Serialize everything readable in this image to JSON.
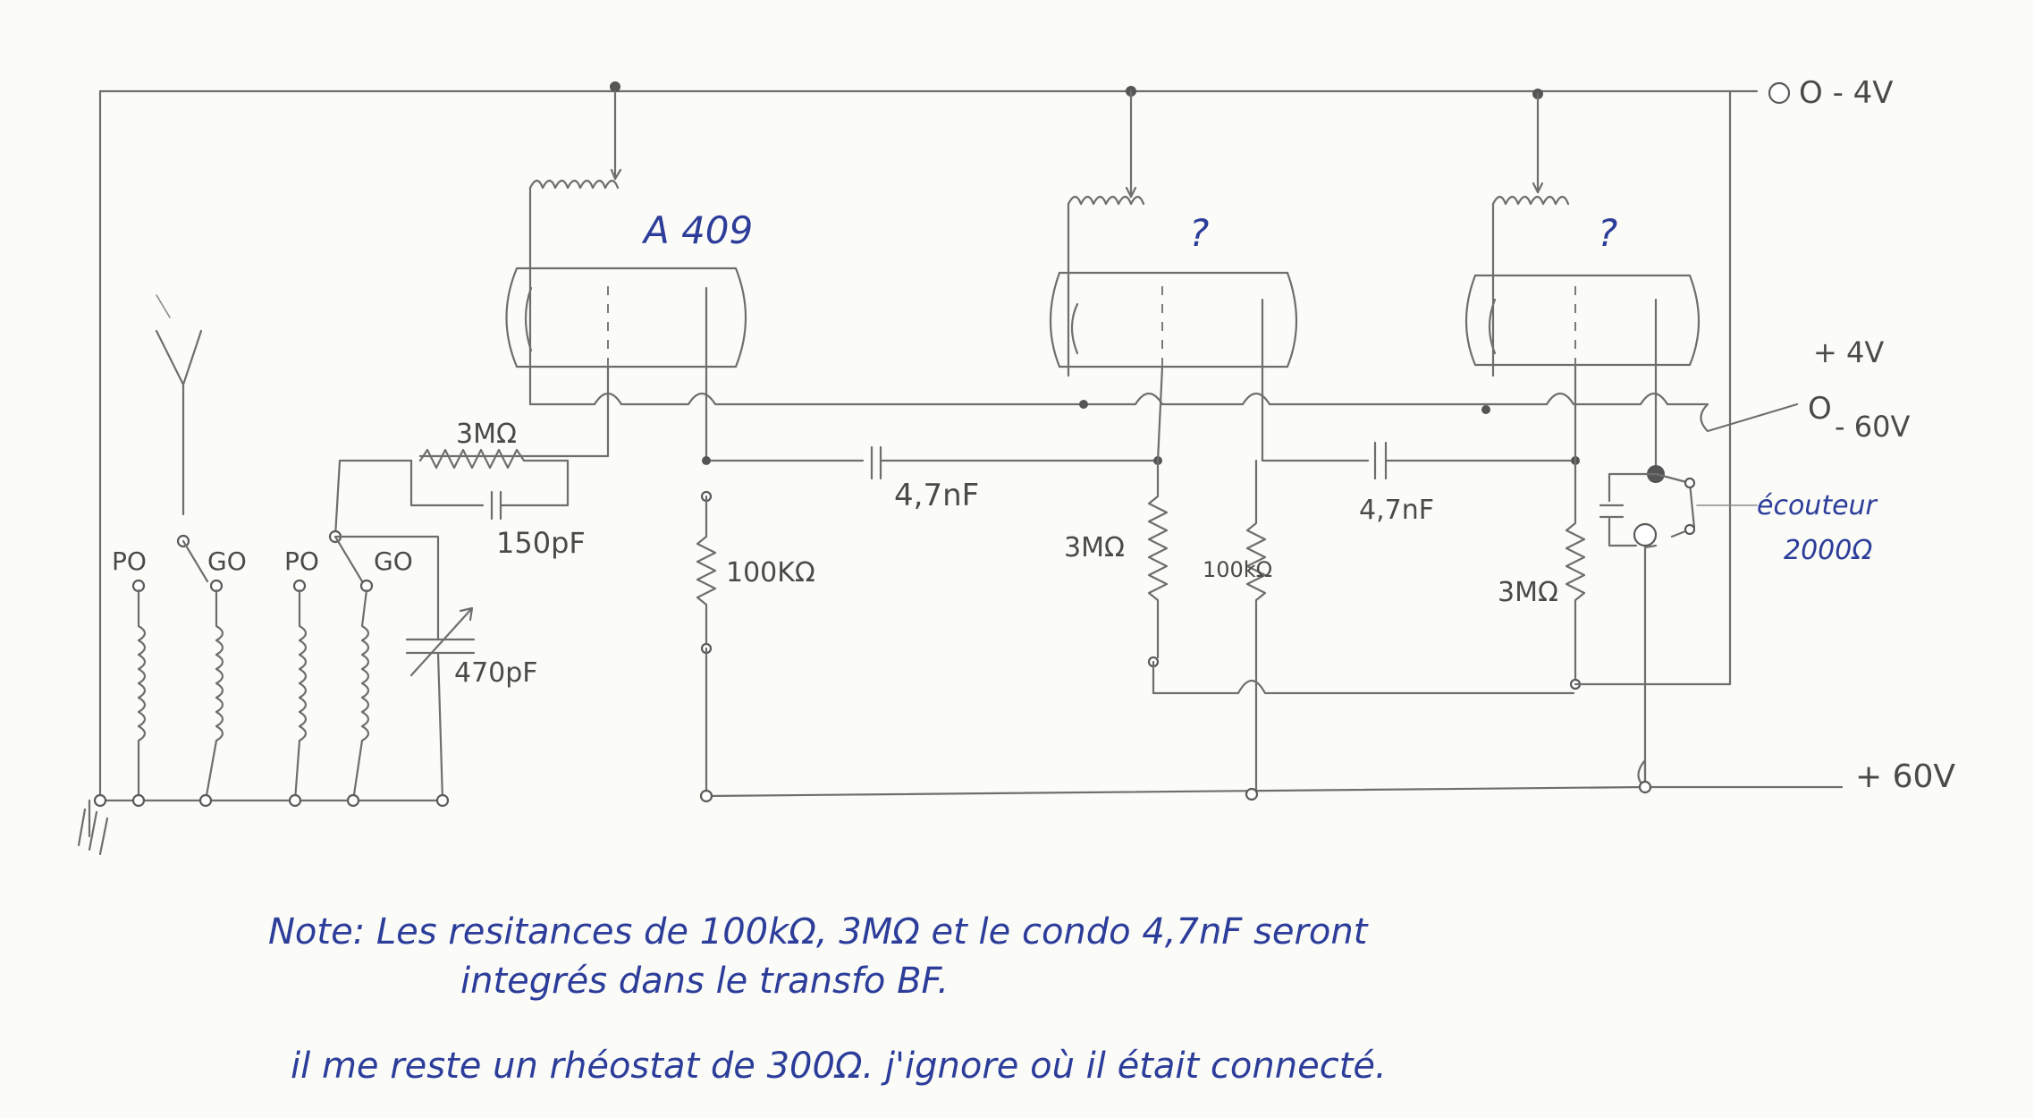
{
  "diagram": {
    "supply": {
      "minus_4v": "O - 4V",
      "plus_4v": "+ 4V",
      "minus_60v": "O",
      "minus_60v_value": "- 60V",
      "plus_60v": "+ 60V"
    },
    "tubes": [
      "A 409",
      "?",
      "?"
    ],
    "band_switch": {
      "po": "PO",
      "go": "GO"
    },
    "components": {
      "grid_resistor": "3MΩ",
      "grid_cap": "150pF",
      "tuning_cap": "470pF",
      "load_1": "100KΩ",
      "coupling_cap_1": "4,7nF",
      "grid_res_2": "3MΩ",
      "load_2": "100kΩ",
      "coupling_cap_2": "4,7nF",
      "grid_res_3": "3MΩ"
    },
    "earphone": {
      "label": "écouteur",
      "value": "2000Ω"
    },
    "notes": {
      "line1": "Note: Les resitances de 100kΩ, 3MΩ et le condo 4,7nF seront",
      "line2": "integrés dans le transfo BF.",
      "line3": "il me reste un rhéostat de 300Ω. j'ignore où il était connecté."
    }
  }
}
